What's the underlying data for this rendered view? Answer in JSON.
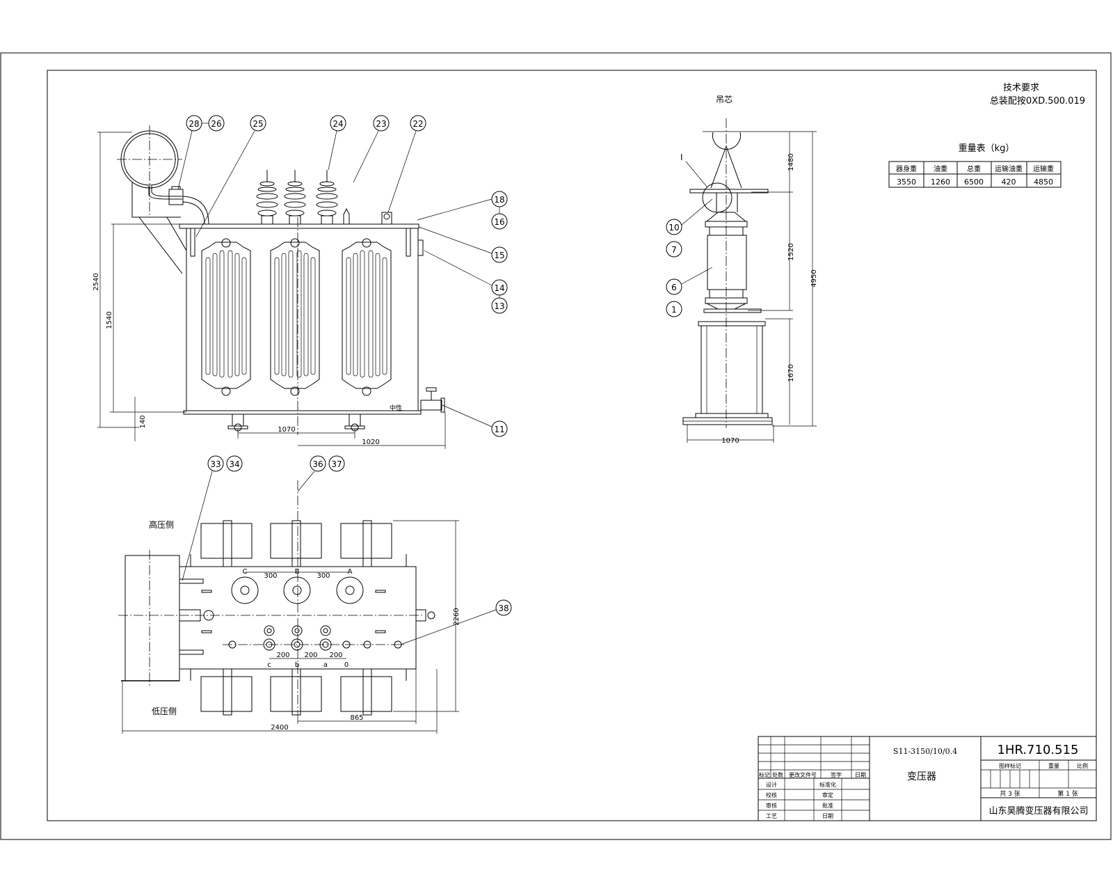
{
  "drawing": {
    "drawing_number": "1HR.710.515",
    "model": "S11-3150/10/0.4",
    "product_name": "变压器",
    "company": "山东昊腾变压器有限公司",
    "sheet_total": "共 3 张",
    "sheet_current": "第 1 张"
  },
  "tech_requirements": {
    "title": "技术要求",
    "assembly_ref": "总装配按0XD.500.019"
  },
  "weight_table": {
    "title": "重量表（kg）",
    "headers": [
      "器身重",
      "油重",
      "总重",
      "运输油重",
      "运输重"
    ],
    "values": [
      "3550",
      "1260",
      "6500",
      "420",
      "4850"
    ]
  },
  "title_block": {
    "revision_headers": [
      "标记",
      "处数",
      "更改文件号",
      "签字",
      "日期"
    ],
    "sign_rows": [
      {
        "a": "设计",
        "b": "标准化"
      },
      {
        "a": "校核",
        "b": "审定"
      },
      {
        "a": "审核",
        "b": "批准"
      },
      {
        "a": "工艺",
        "b": "日期"
      }
    ],
    "stage_headers": [
      "图样标记",
      "重量",
      "比例"
    ]
  },
  "front_view": {
    "balloons": [
      "28",
      "26",
      "25",
      "24",
      "23",
      "22",
      "18",
      "16",
      "15",
      "14",
      "13",
      "11"
    ],
    "dims": {
      "total_height": "2540",
      "tank_height": "1540",
      "wheel_height": "140",
      "wheel_gauge": "1070",
      "valve_offset": "1020"
    },
    "neutral_mark": "中性"
  },
  "side_view": {
    "lifting_label": "吊芯",
    "detail_label": "I",
    "balloons": [
      "10",
      "7",
      "6",
      "1"
    ],
    "dims": {
      "upper": "1480",
      "middle": "1520",
      "lower": "1670",
      "total": "4950",
      "base_width": "1070"
    }
  },
  "top_view": {
    "balloons": [
      "33",
      "34",
      "36",
      "37",
      "38"
    ],
    "hv_side": "高压侧",
    "lv_side": "低压侧",
    "hv_terminals": [
      "C",
      "B",
      "A"
    ],
    "lv_terminals": [
      "c",
      "b",
      "a",
      "0"
    ],
    "dims": {
      "hv_spacing_1": "300",
      "hv_spacing_2": "300",
      "lv_spacing_1": "200",
      "lv_spacing_2": "200",
      "lv_spacing_3": "200",
      "depth": "2260",
      "width": "2400",
      "half_width": "865"
    }
  }
}
